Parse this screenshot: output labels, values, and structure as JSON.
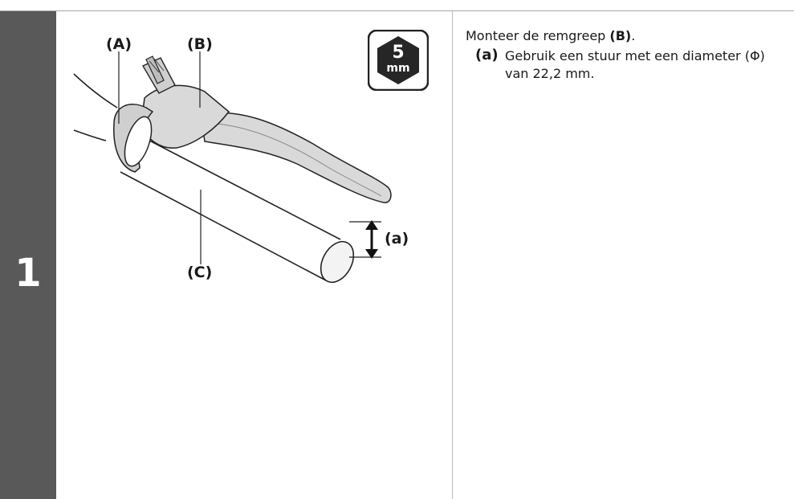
{
  "step": {
    "number": "1"
  },
  "figure": {
    "labels": {
      "a": "(A)",
      "b": "(B)",
      "c": "(C)",
      "dim": "(a)"
    },
    "tool": {
      "value": "5",
      "unit": "mm",
      "icon": "hex-key-icon"
    }
  },
  "instruction": {
    "text": "Monteer de remgreep ",
    "ref": "(B)",
    "end": "."
  },
  "sub_items": [
    {
      "marker": "(a)",
      "text": "Gebruik een stuur met een diameter (Φ) van 22,2 mm."
    }
  ],
  "colors": {
    "step_bar": "#595959",
    "rule": "#a8a8a8",
    "lever": "#d9d9d9"
  }
}
